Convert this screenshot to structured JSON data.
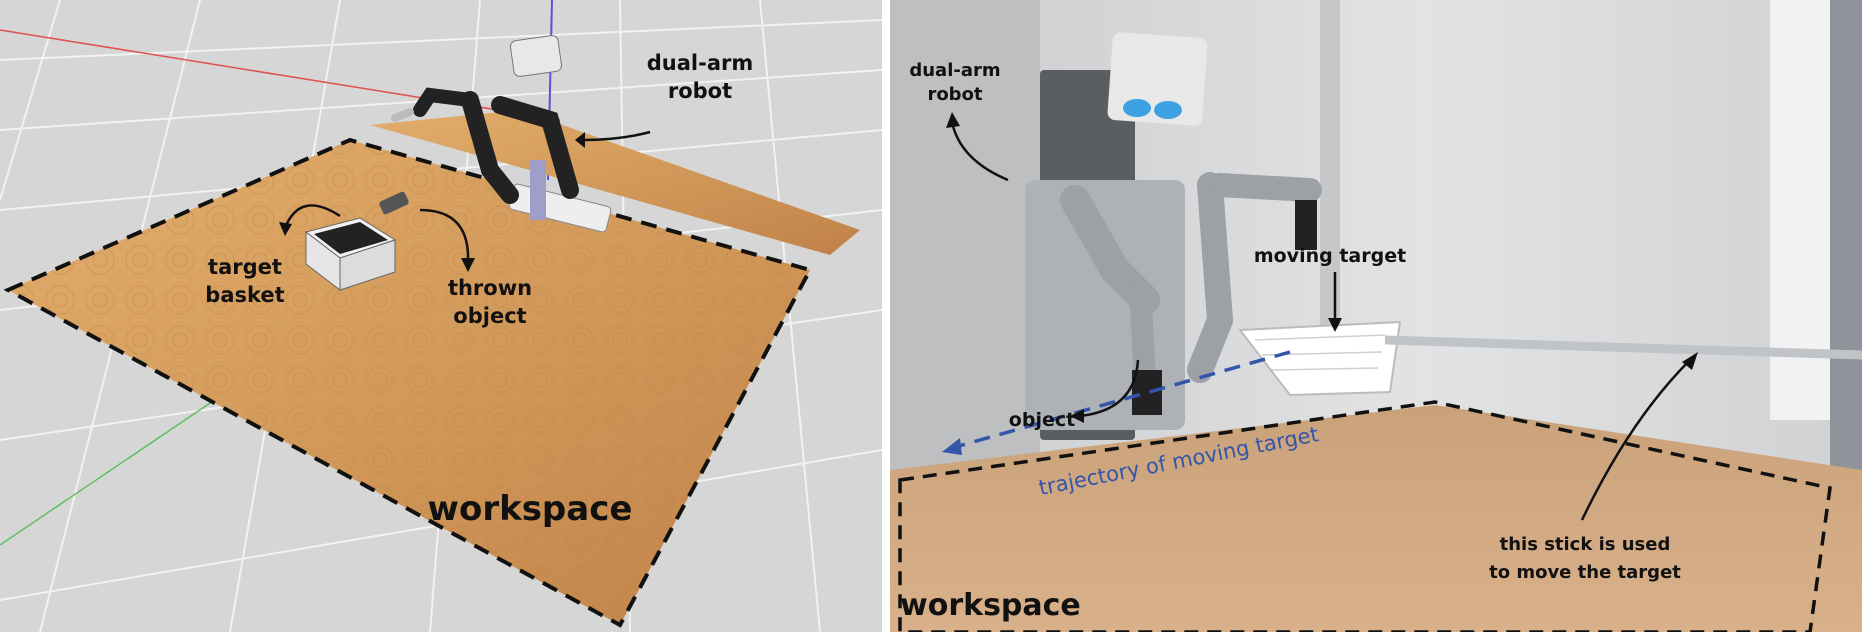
{
  "left_panel": {
    "labels": {
      "dual_arm_robot": [
        "dual-arm",
        "robot"
      ],
      "target_basket": [
        "target",
        "basket"
      ],
      "thrown_object": [
        "thrown",
        "object"
      ],
      "workspace": "workspace"
    }
  },
  "right_panel": {
    "labels": {
      "dual_arm_robot": [
        "dual-arm",
        "robot"
      ],
      "moving_target": "moving target",
      "object": "object",
      "trajectory": "trajectory of moving target",
      "stick": [
        "this stick is used",
        "to move the target"
      ],
      "workspace": "workspace"
    }
  },
  "colors": {
    "floor_tile": "#d9d9d9",
    "grid_line": "#ffffff",
    "wood": "#d9a260",
    "wood_dark": "#b8773d",
    "wall": "#d8dadc",
    "table": "#c49a70",
    "trajectory": "#3355aa",
    "outline": "#111111"
  }
}
